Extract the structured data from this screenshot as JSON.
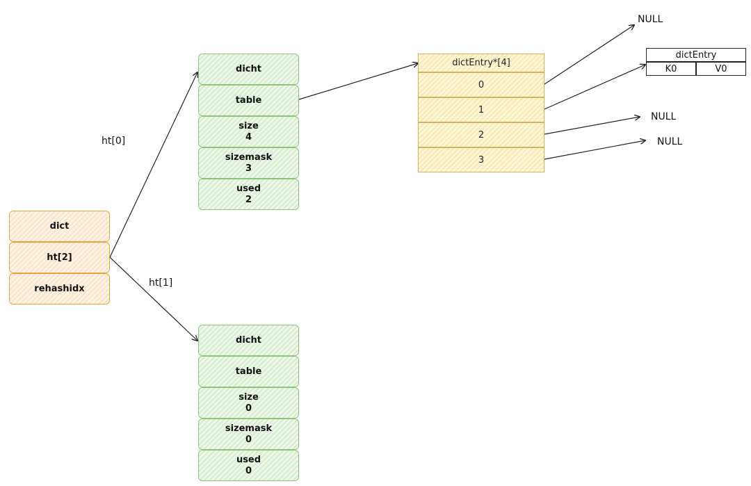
{
  "dict": {
    "fields": [
      "dict",
      "ht[2]",
      "rehashidx"
    ]
  },
  "edge_labels": {
    "ht0": "ht[0]",
    "ht1": "ht[1]"
  },
  "ht0": {
    "fields": [
      "dicht",
      "table",
      "size\n4",
      "sizemask\n3",
      "used\n2"
    ]
  },
  "ht1": {
    "fields": [
      "dicht",
      "table",
      "size\n0",
      "sizemask\n0",
      "used\n0"
    ]
  },
  "table_array": {
    "header": "dictEntry*[4]",
    "slots": [
      "0",
      "1",
      "2",
      "3"
    ]
  },
  "dict_entry": {
    "title": "dictEntry",
    "key": "K0",
    "value": "V0"
  },
  "null_labels": [
    "NULL",
    "NULL",
    "NULL"
  ],
  "colors": {
    "dict_border": "#e8a33d",
    "ht_border": "#8cc47a",
    "table_border": "#d8b25a",
    "line": "#222222"
  }
}
